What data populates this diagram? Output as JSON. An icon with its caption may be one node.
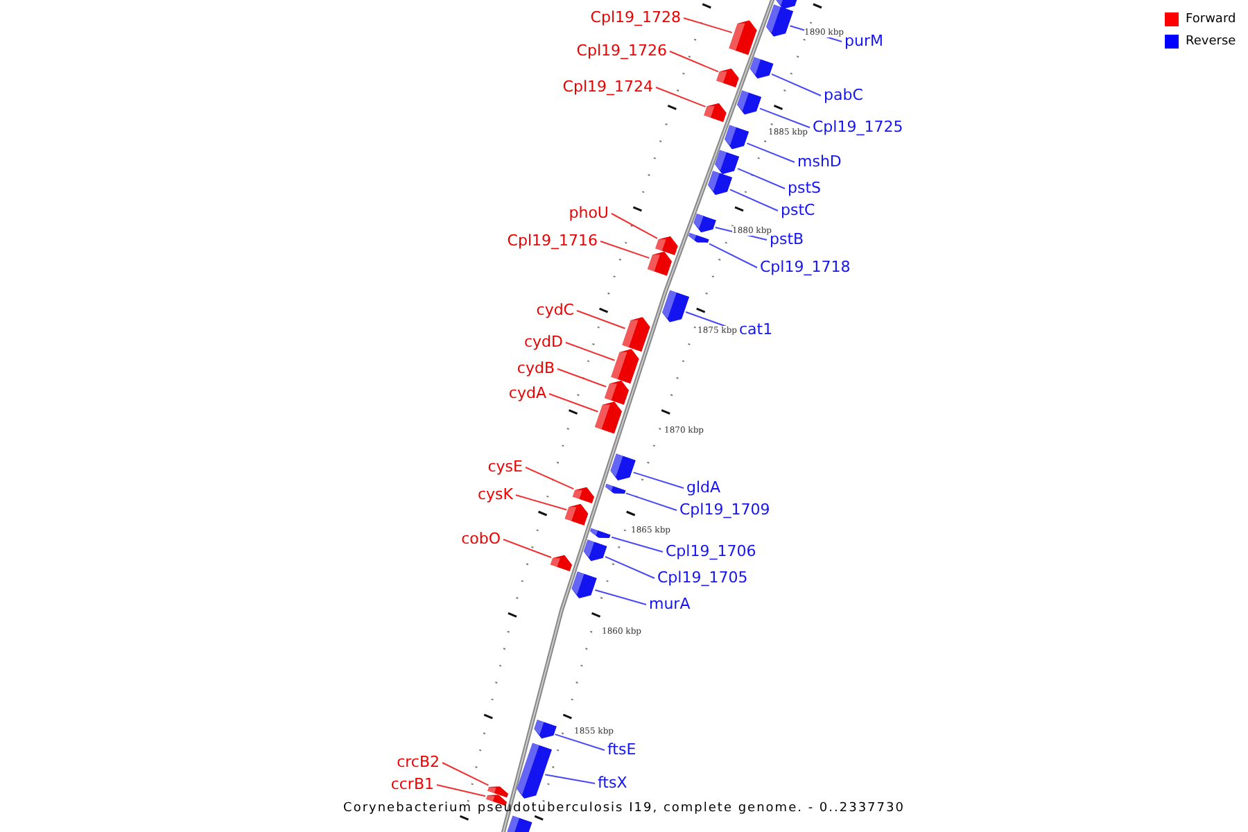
{
  "diagram": {
    "caption": "Corynebacterium pseudotuberculosis I19, complete genome. - 0..2337730",
    "nodes": [
      {
        "text": [],
        "shape": "box"
      },
      {
        "text": [
          "purM"
        ]
      },
      {
        "text": [],
        "shape": "box"
      },
      {
        "text": [
          "Cpl19_1728"
        ]
      },
      {
        "text": [],
        "shape": "box"
      },
      {
        "text": [
          "Cpl19_1726"
        ]
      },
      {
        "text": [],
        "shape": "box"
      },
      {
        "text": [
          "pabC"
        ]
      },
      {
        "text": [],
        "shape": "box"
      },
      {
        "text": [
          "Cpl19_1724"
        ]
      },
      {
        "text": [],
        "shape": "box"
      },
      {
        "text": [
          "Cpl19_1725"
        ]
      },
      {
        "text": [],
        "shape": "box"
      },
      {
        "text": [
          "mshD"
        ]
      },
      {
        "text": [],
        "shape": "box"
      },
      {
        "text": [
          "pstS"
        ]
      },
      {
        "text": [],
        "shape": "box"
      },
      {
        "text": [
          "pstC"
        ]
      },
      {
        "text": [],
        "shape": "box"
      },
      {
        "text": [
          "pstB"
        ]
      },
      {
        "text": [],
        "shape": "box"
      },
      {
        "text": [
          "Cpl19_1718"
        ]
      },
      {
        "text": [],
        "shape": "box"
      },
      {
        "text": [
          "phoU"
        ]
      },
      {
        "text": [],
        "shape": "box"
      },
      {
        "text": [
          "Cpl19_1716"
        ]
      },
      {
        "text": [],
        "shape": "box"
      },
      {
        "text": [
          "cat1"
        ]
      },
      {
        "text": [],
        "shape": "box"
      },
      {
        "text": [
          "cydC"
        ]
      },
      {
        "text": [],
        "shape": "box"
      },
      {
        "text": [
          "cydD"
        ]
      },
      {
        "text": [],
        "shape": "box"
      },
      {
        "text": [
          "cydB"
        ]
      },
      {
        "text": [],
        "shape": "box"
      },
      {
        "text": [
          "cydA"
        ]
      },
      {
        "text": [],
        "shape": "box"
      },
      {
        "text": [
          "gldA"
        ]
      },
      {
        "text": [],
        "shape": "box"
      },
      {
        "text": [
          "Cpl19_1709"
        ]
      },
      {
        "text": [],
        "shape": "box"
      },
      {
        "text": [
          "cysE"
        ]
      },
      {
        "text": [],
        "shape": "box"
      },
      {
        "text": [
          "cysK"
        ]
      },
      {
        "text": [],
        "shape": "box"
      },
      {
        "text": [
          "Cpl19_1706"
        ]
      },
      {
        "text": [],
        "shape": "box"
      },
      {
        "text": [
          "cobO"
        ]
      },
      {
        "text": [],
        "shape": "box"
      },
      {
        "text": [
          "Cpl19_1705"
        ]
      },
      {
        "text": [],
        "shape": "box"
      },
      {
        "text": [
          "murA"
        ]
      },
      {
        "text": [],
        "shape": "box"
      },
      {
        "text": [
          "ftsE"
        ]
      },
      {
        "text": [],
        "shape": "box"
      },
      {
        "text": [
          "ftsX"
        ]
      },
      {
        "text": [],
        "shape": "box"
      },
      {
        "text": [
          "crcB2"
        ]
      },
      {
        "text": [],
        "shape": "box"
      },
      {
        "text": [
          "ccrB1"
        ]
      },
      {
        "text": [],
        "shape": "box"
      },
      {
        "text": [],
        "shape": "box"
      }
    ],
    "edges": [
      {
        "from": 1,
        "to": 2,
        "arrow": "none"
      },
      {
        "from": 3,
        "to": 4,
        "arrow": "none",
        "color": "#f03030"
      },
      {
        "from": 5,
        "to": 6,
        "arrow": "none",
        "color": "#f03030"
      },
      {
        "from": 7,
        "to": 8,
        "arrow": "none"
      },
      {
        "from": 9,
        "to": 10,
        "arrow": "none",
        "color": "#f03030"
      },
      {
        "from": 11,
        "to": 12,
        "arrow": "none"
      },
      {
        "from": 13,
        "to": 14,
        "arrow": "none"
      },
      {
        "from": 15,
        "to": 16,
        "arrow": "none"
      },
      {
        "from": 17,
        "to": 18,
        "arrow": "none"
      },
      {
        "from": 19,
        "to": 20,
        "arrow": "none"
      },
      {
        "from": 21,
        "to": 22,
        "arrow": "none"
      },
      {
        "from": 23,
        "to": 24,
        "arrow": "none",
        "color": "#f03030"
      },
      {
        "from": 25,
        "to": 26,
        "arrow": "none",
        "color": "#f03030"
      },
      {
        "from": 27,
        "to": 28,
        "arrow": "none"
      },
      {
        "from": 29,
        "to": 30,
        "arrow": "none",
        "color": "#f03030"
      },
      {
        "from": 31,
        "to": 32,
        "arrow": "none",
        "color": "#f03030"
      },
      {
        "from": 33,
        "to": 34,
        "arrow": "none",
        "color": "#f03030"
      },
      {
        "from": 35,
        "to": 36,
        "arrow": "none",
        "color": "#f03030"
      },
      {
        "from": 37,
        "to": 38,
        "arrow": "none"
      },
      {
        "from": 39,
        "to": 40,
        "arrow": "none"
      },
      {
        "from": 41,
        "to": 42,
        "arrow": "none",
        "color": "#f03030"
      },
      {
        "from": 43,
        "to": 44,
        "arrow": "none",
        "color": "#f03030"
      },
      {
        "from": 45,
        "to": 46,
        "arrow": "none"
      },
      {
        "from": 47,
        "to": 48,
        "arrow": "none",
        "color": "#f03030"
      },
      {
        "from": 49,
        "to": 50,
        "arrow": "none"
      },
      {
        "from": 51,
        "to": 52,
        "arrow": "none"
      },
      {
        "from": 53,
        "to": 54,
        "arrow": "none"
      },
      {
        "from": 55,
        "to": 56,
        "arrow": "none"
      },
      {
        "from": 57,
        "to": 58,
        "arrow": "none",
        "color": "#f03030"
      },
      {
        "from": 59,
        "to": 60,
        "arrow": "none",
        "color": "#f03030"
      }
    ],
    "labels": [
      "1890 kbp",
      "1885 kbp",
      "1880 kbp",
      "1875 kbp",
      "1870 kbp",
      "1865 kbp",
      "1860 kbp",
      "1855 kbp"
    ],
    "legend": [
      {
        "text": "Forward",
        "color": "#ff0000"
      },
      {
        "text": "Reverse",
        "color": "#0000ff"
      }
    ]
  }
}
